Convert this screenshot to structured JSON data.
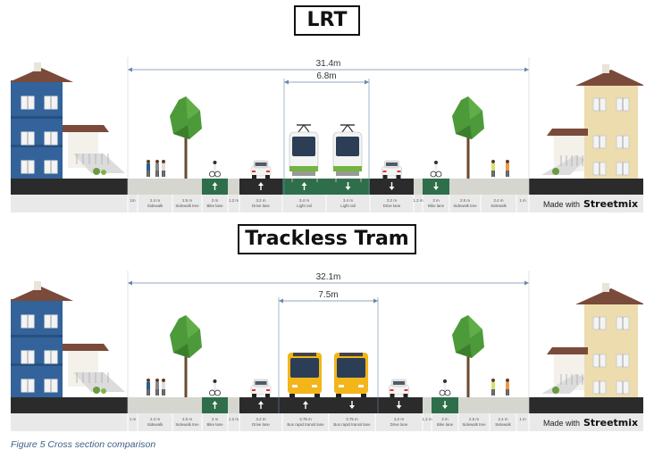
{
  "figure_caption": "Figure 5 Cross section comparison",
  "watermark": {
    "made_with": "Made with",
    "brand": "Streetmix"
  },
  "sections": [
    {
      "title": "LRT",
      "total_width": "31.4m",
      "inner_width": "6.8m",
      "lanes": [
        {
          "w": "1m",
          "name": ""
        },
        {
          "w": "2.4 m",
          "name": "Sidewalk"
        },
        {
          "w": "2.5 m",
          "name": "Sidewalk tree"
        },
        {
          "w": "2 m",
          "name": "Bike lane"
        },
        {
          "w": "1.2 m",
          "name": ""
        },
        {
          "w": "3.2 m",
          "name": "Drive lane"
        },
        {
          "w": "3.4 m",
          "name": "Light rail"
        },
        {
          "w": "3.4 m",
          "name": "Light rail"
        },
        {
          "w": "3.2 m",
          "name": "Drive lane"
        },
        {
          "w": "1.2 m",
          "name": ""
        },
        {
          "w": "2 m",
          "name": "Bike lane"
        },
        {
          "w": "2.5 m",
          "name": "Sidewalk tree"
        },
        {
          "w": "2.4 m",
          "name": "Sidewalk"
        },
        {
          "w": "1 m",
          "name": ""
        }
      ],
      "vehicle": "light-rail"
    },
    {
      "title": "Trackless Tram",
      "total_width": "32.1m",
      "inner_width": "7.5m",
      "lanes": [
        {
          "w": "1 m",
          "name": ""
        },
        {
          "w": "2.4 m",
          "name": "Sidewalk"
        },
        {
          "w": "2.5 m",
          "name": "Sidewalk tree"
        },
        {
          "w": "2 m",
          "name": "Bike lane"
        },
        {
          "w": "1.2 m",
          "name": ""
        },
        {
          "w": "3.2 m",
          "name": "Drive lane"
        },
        {
          "w": "3.75 m",
          "name": "Bus rapid transit lane"
        },
        {
          "w": "3.75 m",
          "name": "Bus rapid transit lane"
        },
        {
          "w": "3.2 m",
          "name": "Drive lane"
        },
        {
          "w": "1.2 m",
          "name": ""
        },
        {
          "w": "2 m",
          "name": "Bike lane"
        },
        {
          "w": "2.5 m",
          "name": "Sidewalk tree"
        },
        {
          "w": "2.4 m",
          "name": "Sidewalk"
        },
        {
          "w": "1 m",
          "name": ""
        }
      ],
      "vehicle": "bus"
    }
  ],
  "colors": {
    "asphalt": "#2b2b2b",
    "bike_lane": "#2f6e4a",
    "sidewalk": "#d6d6d0",
    "house_left": "#33639a",
    "house_right": "#ecdcae",
    "roof": "#7a4a3a",
    "tree": "#4d9a3a",
    "tram_green": "#74b442",
    "bus_yellow": "#f2b51a",
    "label_strip": "#e9e9e9"
  }
}
